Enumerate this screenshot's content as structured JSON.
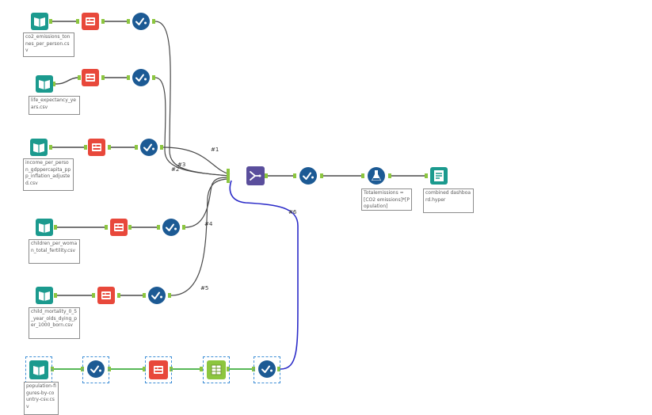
{
  "workflow": {
    "inputs": [
      {
        "file": "co2_emissions_tonnes_per_person.csv"
      },
      {
        "file": "life_expectancy_years.csv"
      },
      {
        "file": "income_per_person_gdppercapita_ppp_inflation_adjusted.csv"
      },
      {
        "file": "children_per_woman_total_fertility.csv"
      },
      {
        "file": "child_mortality_0_5_year_olds_dying_per_1000_born.csv"
      },
      {
        "file": "population-figures-by-country-csv.csv"
      }
    ],
    "join_labels": [
      "#1",
      "#2",
      "#3",
      "#4",
      "#5",
      "#6"
    ],
    "formula": "Totalemissions = [CO2 emissions]*[Population]",
    "output": "combined dashboard.hyper"
  },
  "colors": {
    "input_tool": "#1b9a8e",
    "preparation_tool": "#e8483b",
    "select_tool": "#1c5a94",
    "join_tool": "#5a4e9c",
    "formula_tool": "#1c5a94",
    "output_tool": "#1b9a8e",
    "arrange_tool": "#8cc63f",
    "connection": "#4a4a4a",
    "selected_connection": "#3fae3f",
    "union_connection": "#2b2bc8",
    "anchor": "#8cc63f"
  },
  "icons": {
    "input": "book-icon",
    "preparation": "data-cleansing-icon",
    "select": "check-select-icon",
    "join": "union-icon",
    "formula": "flask-icon",
    "output": "document-output-icon",
    "arrange": "arrange-table-icon"
  }
}
